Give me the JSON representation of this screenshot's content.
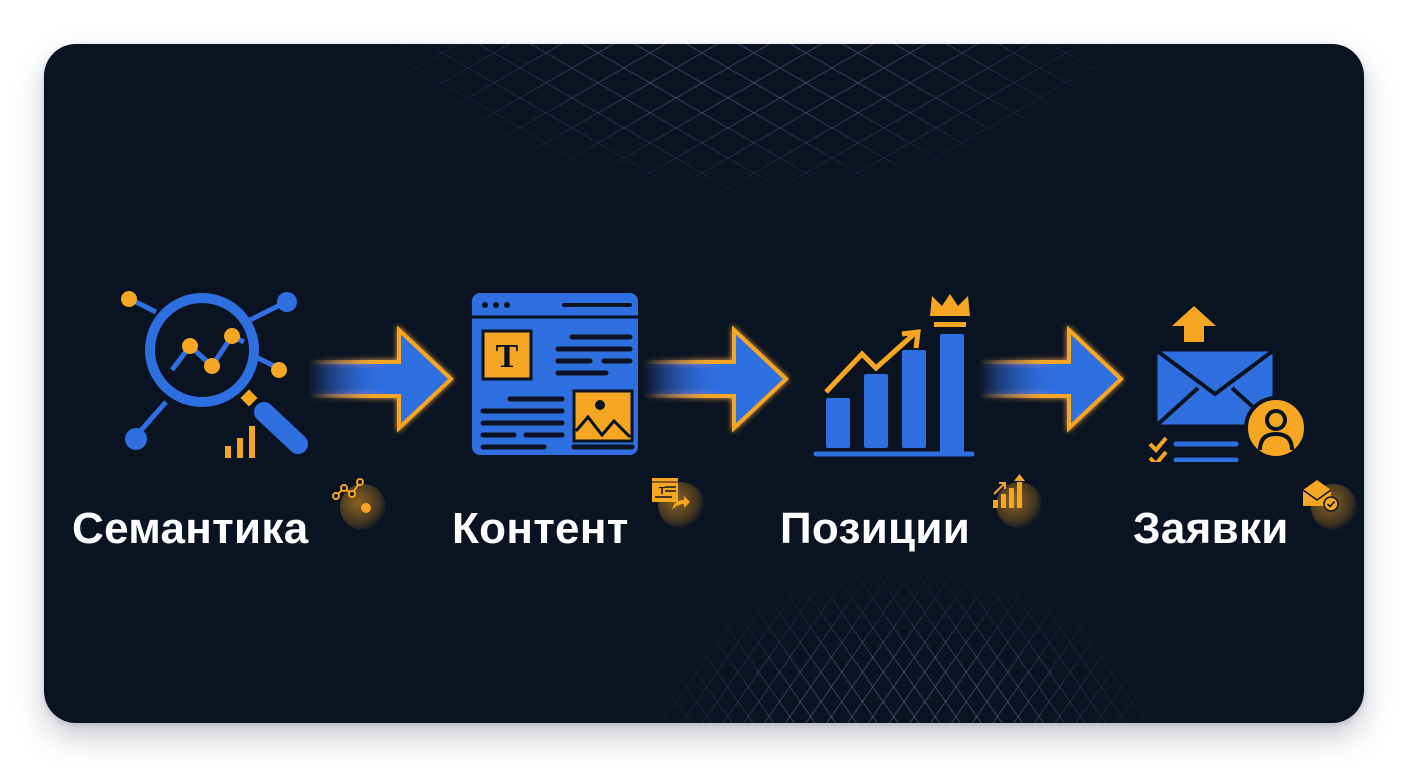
{
  "diagram": {
    "type": "process-flow",
    "colors": {
      "background": "#0a1322",
      "accent_blue": "#2f6fe0",
      "accent_orange": "#f5a623",
      "text": "#ffffff"
    },
    "steps": [
      {
        "label": "Семантика",
        "icon": "magnifier-analytics-icon",
        "badge_icon": "trend-line-badge-icon"
      },
      {
        "label": "Контент",
        "icon": "web-page-content-icon",
        "badge_icon": "document-share-badge-icon"
      },
      {
        "label": "Позиции",
        "icon": "bar-chart-crown-icon",
        "badge_icon": "growth-bars-badge-icon"
      },
      {
        "label": "Заявки",
        "icon": "envelope-user-icon",
        "badge_icon": "mail-check-badge-icon"
      }
    ],
    "connectors": [
      {
        "from": "Семантика",
        "to": "Контент",
        "icon": "arrow-right-icon"
      },
      {
        "from": "Контент",
        "to": "Позиции",
        "icon": "arrow-right-icon"
      },
      {
        "from": "Позиции",
        "to": "Заявки",
        "icon": "arrow-right-icon"
      }
    ]
  }
}
